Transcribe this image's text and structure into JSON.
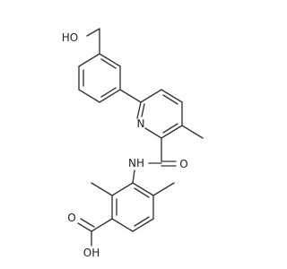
{
  "structure": {
    "atoms": {
      "hydroxyl_o": "HO",
      "pyridine_n": "N",
      "amide_nh": "NH",
      "amide_o": "O",
      "acid_o": "O",
      "acid_oh": "OH"
    }
  }
}
